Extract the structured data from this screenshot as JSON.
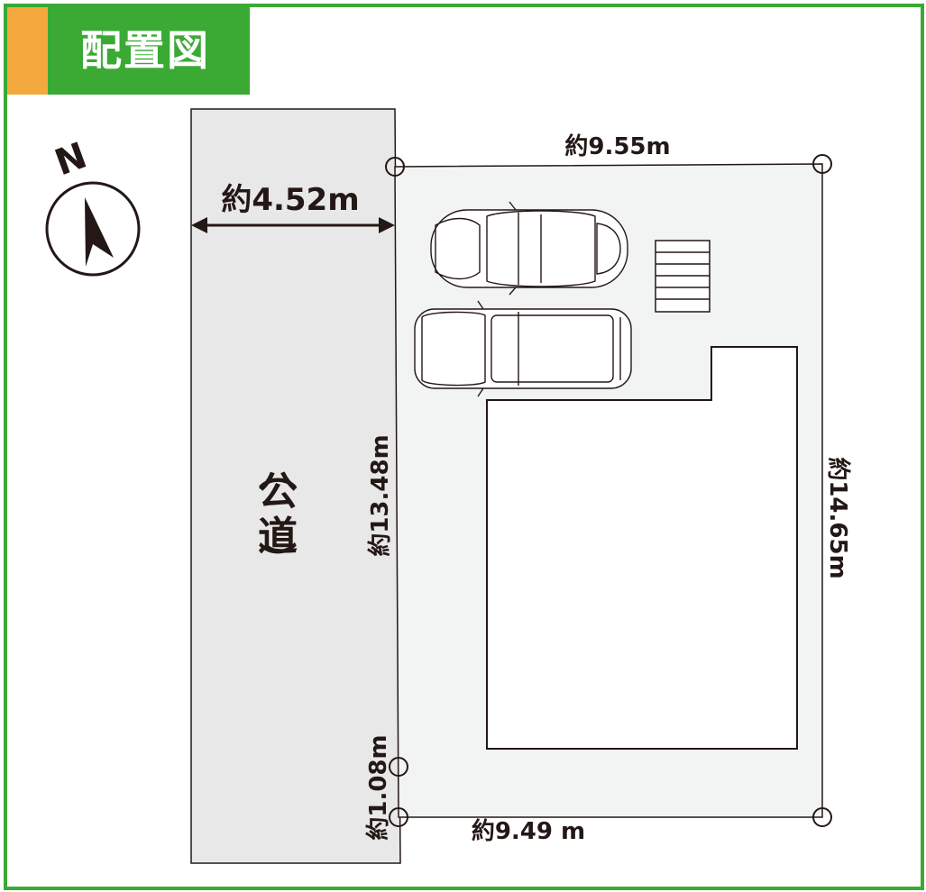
{
  "title": "配置図",
  "north_label": "N",
  "road": {
    "label_open": "（",
    "label_main_1": "公",
    "label_main_2": "道",
    "label_close": "）",
    "width_label": "約4.52m"
  },
  "dimensions": {
    "top": "約9.55m",
    "right": "約14.65m",
    "left": "約13.48m",
    "left_small": "約1.08m",
    "bottom": "約9.49 m"
  },
  "colors": {
    "frame": "#3aaa35",
    "tab_accent": "#f4a93e",
    "road_fill": "#e8e8e8",
    "lot_fill": "#f2f3f3",
    "line": "#231815"
  },
  "icons": [
    "north-arrow-icon",
    "car-icon",
    "van-icon",
    "survey-point-icon"
  ]
}
